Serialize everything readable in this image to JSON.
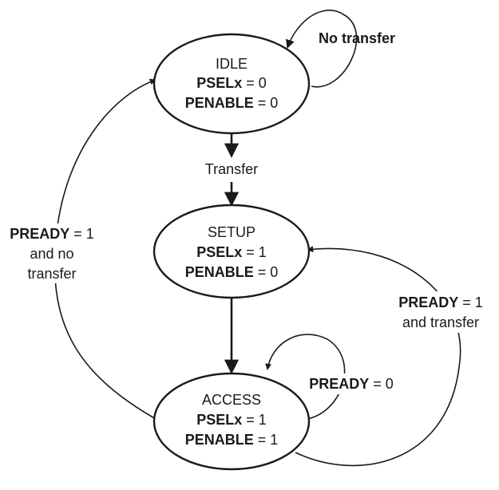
{
  "states": {
    "idle": {
      "name": "IDLE",
      "sig1_name": "PSELx",
      "sig1_val": " = 0",
      "sig2_name": "PENABLE",
      "sig2_val": " = 0"
    },
    "setup": {
      "name": "SETUP",
      "sig1_name": "PSELx",
      "sig1_val": " = 1",
      "sig2_name": "PENABLE",
      "sig2_val": " = 0"
    },
    "access": {
      "name": "ACCESS",
      "sig1_name": "PSELx",
      "sig1_val": " = 1",
      "sig2_name": "PENABLE",
      "sig2_val": " = 1"
    }
  },
  "transitions": {
    "idle_self": {
      "label": "No transfer"
    },
    "idle_to_setup": {
      "label": "Transfer"
    },
    "access_to_idle": {
      "line1_bold": "PREADY",
      "line1_rest": " = 1",
      "line2": "and  no",
      "line3": "transfer"
    },
    "access_to_setup": {
      "line1_bold": "PREADY",
      "line1_rest": " = 1",
      "line2": "and transfer"
    },
    "access_self": {
      "label_bold": "PREADY",
      "label_rest": " = 0"
    }
  }
}
